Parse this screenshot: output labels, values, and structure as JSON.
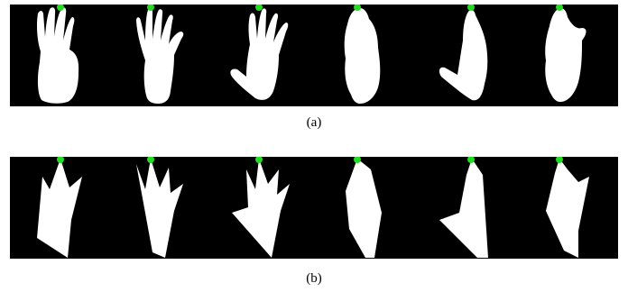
{
  "figure": {
    "subfigures": [
      {
        "label": "(a)",
        "count": 6,
        "style": "hand silhouettes with rounded contours"
      },
      {
        "label": "(b)",
        "count": 6,
        "style": "polygonal hand approximations"
      }
    ]
  },
  "colors": {
    "background": "#000000",
    "silhouette": "#ffffff",
    "marker": "#22dd22",
    "page": "#ffffff"
  }
}
